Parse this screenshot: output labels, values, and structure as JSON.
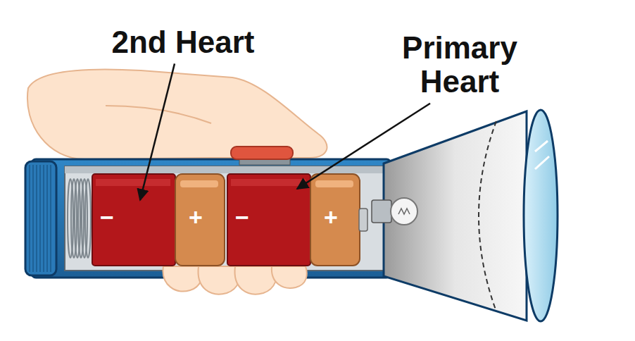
{
  "diagram": {
    "nodes": [
      {
        "text": [
          "−",
          "+"
        ]
      },
      {
        "text": [
          "−",
          "+"
        ]
      }
    ],
    "labels": [
      "2nd Heart",
      "Primary Heart"
    ]
  }
}
